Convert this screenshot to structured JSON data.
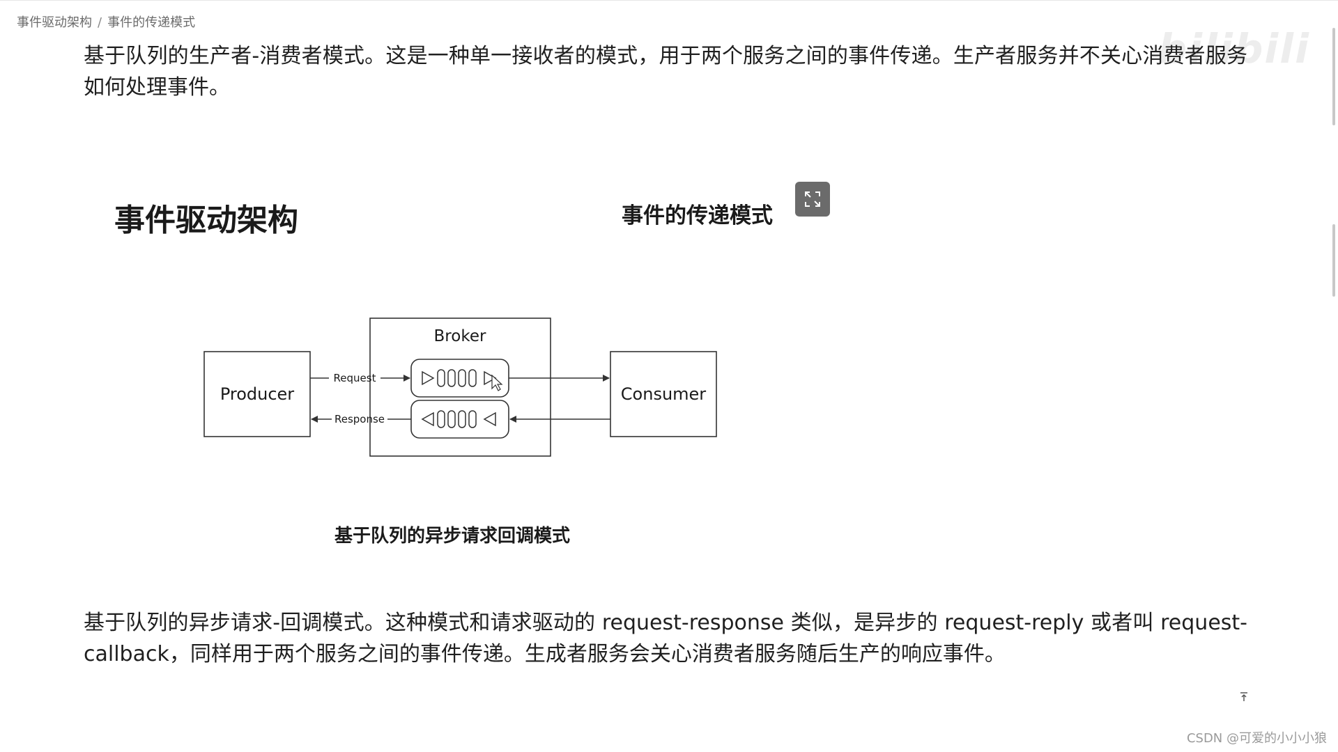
{
  "breadcrumb": {
    "items": [
      "事件驱动架构",
      "事件的传递模式"
    ],
    "separator": "/"
  },
  "watermark": {
    "logo_text": "bilibili"
  },
  "content": {
    "paragraph_1": "基于队列的生产者-消费者模式。这是一种单一接收者的模式，用于两个服务之间的事件传递。生产者服务并不关心消费者服务如何处理事件。",
    "paragraph_2": "基于队列的异步请求-回调模式。这种模式和请求驱动的 request-response 类似，是异步的 request-reply 或者叫 request-callback，同样用于两个服务之间的事件传递。生成者服务会关心消费者服务随后生产的响应事件。"
  },
  "slide": {
    "title": "事件驱动架构",
    "subtitle": "事件的传递模式",
    "expand_icon": "expand-icon",
    "caption": "基于队列的异步请求回调模式",
    "diagram": {
      "producer_label": "Producer",
      "broker_label": "Broker",
      "consumer_label": "Consumer",
      "request_label": "Request",
      "response_label": "Response"
    }
  },
  "footer": {
    "to_top_icon": "to-top-icon",
    "csdn_watermark": "CSDN @可爱的小小小狼"
  },
  "colors": {
    "text": "#1f1f1f",
    "muted": "#6b6b6b",
    "button_bg": "#6b6b6b",
    "diagram_stroke": "#333333"
  }
}
